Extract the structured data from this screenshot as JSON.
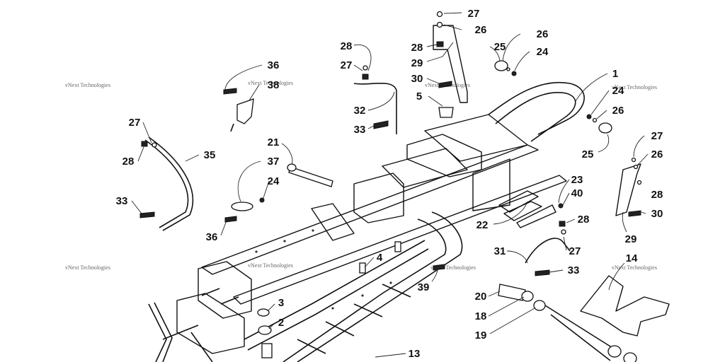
{
  "watermark_text": "vNext Technologies",
  "callouts": [
    "27",
    "26",
    "28",
    "29",
    "26",
    "25",
    "24",
    "28",
    "27",
    "30",
    "36",
    "38",
    "1",
    "24",
    "26",
    "5",
    "25",
    "32",
    "33",
    "27",
    "26",
    "27",
    "28",
    "21",
    "35",
    "37",
    "24",
    "23",
    "40",
    "28",
    "22",
    "33",
    "36",
    "4",
    "31",
    "29",
    "30",
    "27",
    "14",
    "33",
    "39",
    "20",
    "3",
    "18",
    "2",
    "19",
    "13"
  ]
}
